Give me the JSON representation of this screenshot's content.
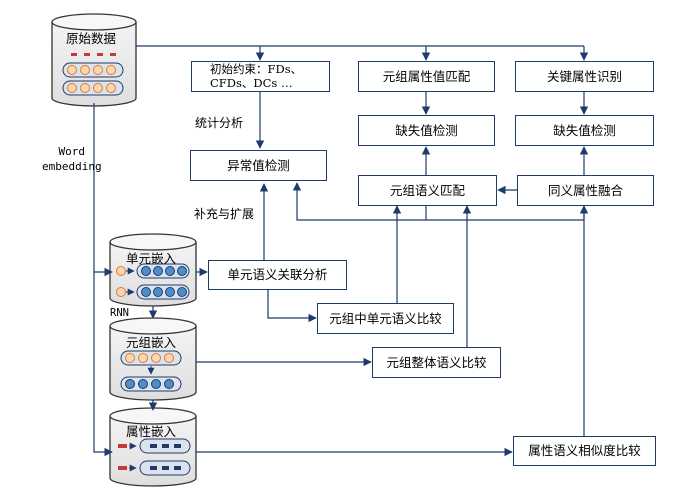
{
  "diagram": {
    "databases": {
      "raw": {
        "title": "原始数据"
      },
      "cell": {
        "title": "单元嵌入"
      },
      "tuple": {
        "title": "元组嵌入"
      },
      "attr": {
        "title": "属性嵌入"
      }
    },
    "boxes": {
      "initial_constraints": "初始约束：FDs、\nCFDs、DCs …",
      "tuple_attr_match": "元组属性值匹配",
      "key_attr_identify": "关键属性识别",
      "missing_left": "缺失值检测",
      "missing_right": "缺失值检测",
      "outlier_detect": "异常值检测",
      "tuple_semantic_match": "元组语义匹配",
      "synonym_fusion": "同义属性融合",
      "cell_semantic_analysis": "单元语义关联分析",
      "cell_in_tuple_compare": "元组中单元语义比较",
      "tuple_whole_compare": "元组整体语义比较",
      "attr_similarity_compare": "属性语义相似度比较"
    },
    "labels": {
      "stat_analysis": "统计分析",
      "supplement": "补充与扩展",
      "word_embedding": "Word\nembedding",
      "rnn": "RNN"
    },
    "colors": {
      "line": "#1f3b6e",
      "box_border": "#1f3b6e",
      "db_fill": "#ececec",
      "token_orange": "#f9d7b4",
      "token_orange_stroke": "#e07b2a",
      "token_blue": "#4b8ec8",
      "token_red": "#c23a3a",
      "token_pill": "#dde3ec"
    }
  }
}
